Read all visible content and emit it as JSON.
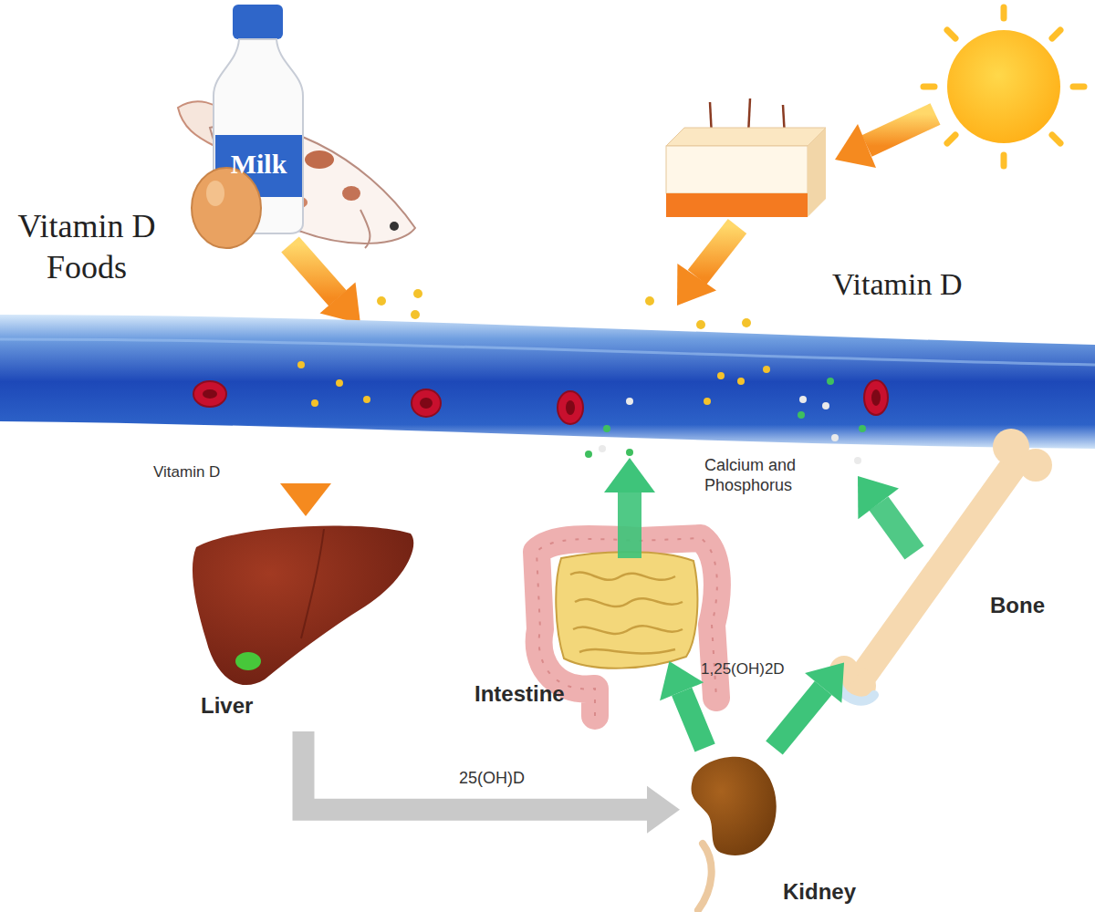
{
  "diagram": {
    "nodes": [
      {
        "text": [
          "Liver"
        ]
      },
      {
        "text": [
          "Intestine"
        ]
      },
      {
        "text": [
          "Bone"
        ]
      },
      {
        "text": [
          "Kidney"
        ]
      }
    ],
    "edges": [
      {
        "from": 0,
        "to": 3,
        "arrow": "to",
        "label": "25(OH)D"
      },
      {
        "from": 3,
        "to": 1,
        "arrow": "to"
      },
      {
        "from": 3,
        "to": 2,
        "arrow": "to"
      }
    ],
    "labels": [
      "Vitamin D Foods",
      "Milk",
      "Vitamin D",
      "Vitamin D",
      "Calcium and Phosphorus",
      "1,25(OH)2D"
    ]
  }
}
